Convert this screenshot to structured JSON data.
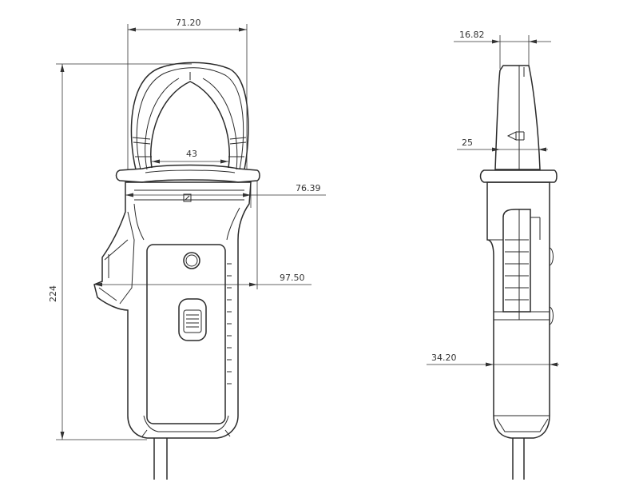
{
  "front_view": {
    "dim_width": "71.20",
    "dim_height": "224",
    "dim_jaw_opening": "43",
    "dim_jaw_base_width": "76.39",
    "dim_body_width": "97.50"
  },
  "side_view": {
    "dim_jaw_tip": "16.82",
    "dim_jaw_mid": "25",
    "dim_body_depth": "34.20"
  },
  "colors": {
    "line": "#2a2a2a",
    "background": "#ffffff"
  }
}
